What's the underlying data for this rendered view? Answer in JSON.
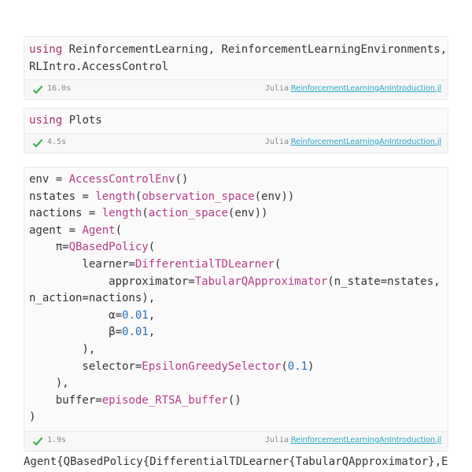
{
  "cells": [
    {
      "code_lines": [
        "using ReinforcementLearning, ReinforcementLearningEnvironments,",
        "RLIntro.AccessControl"
      ],
      "time": "16.0s",
      "language": "Julia",
      "notebook": "ReinforcementLearningAnIntroduction.jl"
    },
    {
      "code_lines": [
        "using Plots"
      ],
      "time": "4.5s",
      "language": "Julia",
      "notebook": "ReinforcementLearningAnIntroduction.jl"
    },
    {
      "code_lines": [
        "env = AccessControlEnv()",
        "nstates = length(observation_space(env))",
        "nactions = length(action_space(env))",
        "agent = Agent(",
        "    π=QBasedPolicy(",
        "        learner=DifferentialTDLearner(",
        "            approximator=TabularQApproximator(n_state=nstates,",
        "n_action=nactions),",
        "            α=0.01,",
        "            β=0.01,",
        "        ),",
        "        selector=EpsilonGreedySelector(0.1)",
        "    ),",
        "    buffer=episode_RTSA_buffer()",
        ")"
      ],
      "time": "1.9s",
      "language": "Julia",
      "notebook": "ReinforcementLearningAnIntroduction.jl"
    }
  ],
  "output": "Agent{QBasedPolicy{DifferentialTDLearner{TabularQApproximator},EpsilonGreedySelector},Trajectory}",
  "colors": {
    "keyword": "#a0306a",
    "function": "#b33c8a",
    "number": "#2b6fb0",
    "link": "#2aa7c9",
    "check": "#3cb44b"
  },
  "icons": {
    "status": "checkmark-icon"
  }
}
